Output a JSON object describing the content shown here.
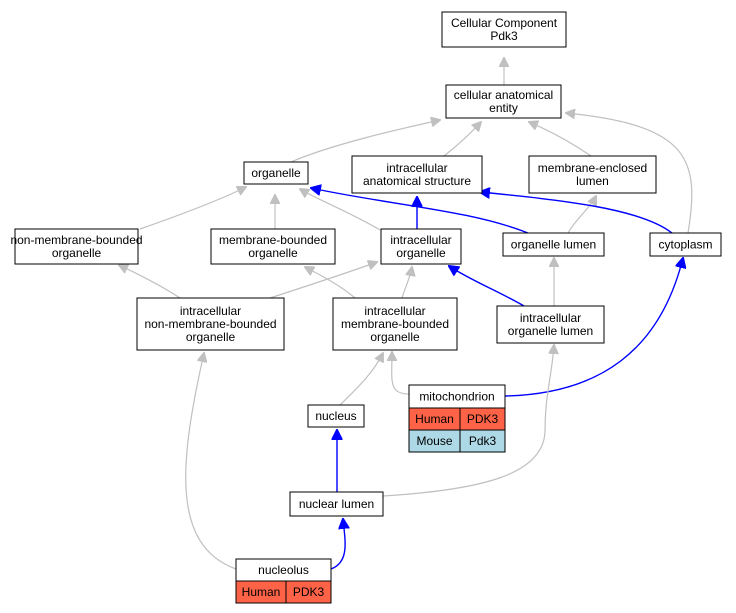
{
  "nodes": {
    "root": [
      "Cellular Component",
      "Pdk3"
    ],
    "cae": [
      "cellular anatomical",
      "entity"
    ],
    "organelle": [
      "organelle"
    ],
    "ias": [
      "intracellular",
      "anatomical structure"
    ],
    "mel": [
      "membrane-enclosed",
      "lumen"
    ],
    "nmbo": [
      "non-membrane-bounded",
      "organelle"
    ],
    "mbo": [
      "membrane-bounded",
      "organelle"
    ],
    "io": [
      "intracellular",
      "organelle"
    ],
    "ol": [
      "organelle lumen"
    ],
    "cyto": [
      "cytoplasm"
    ],
    "inmbo": [
      "intracellular",
      "non-membrane-bounded",
      "organelle"
    ],
    "imbo": [
      "intracellular",
      "membrane-bounded",
      "organelle"
    ],
    "iol": [
      "intracellular",
      "organelle lumen"
    ],
    "mito": [
      "mitochondrion"
    ],
    "nucleus": [
      "nucleus"
    ],
    "nlumen": [
      "nuclear lumen"
    ],
    "nucleolus": [
      "nucleolus"
    ]
  },
  "annotations": {
    "mito": [
      {
        "species": "Human",
        "gene": "PDK3",
        "color": "#ff6347"
      },
      {
        "species": "Mouse",
        "gene": "Pdk3",
        "color": "#add8e6"
      }
    ],
    "nucleolus": [
      {
        "species": "Human",
        "gene": "PDK3",
        "color": "#ff6347"
      }
    ]
  },
  "edges": [
    {
      "from": "cae",
      "to": "root",
      "type": "is_a"
    },
    {
      "from": "organelle",
      "to": "cae",
      "type": "is_a"
    },
    {
      "from": "ias",
      "to": "cae",
      "type": "is_a"
    },
    {
      "from": "mel",
      "to": "cae",
      "type": "is_a"
    },
    {
      "from": "cyto",
      "to": "cae",
      "type": "is_a"
    },
    {
      "from": "nmbo",
      "to": "organelle",
      "type": "is_a"
    },
    {
      "from": "mbo",
      "to": "organelle",
      "type": "is_a"
    },
    {
      "from": "io",
      "to": "organelle",
      "type": "is_a"
    },
    {
      "from": "io",
      "to": "ias",
      "type": "part_of"
    },
    {
      "from": "ol",
      "to": "organelle",
      "type": "part_of"
    },
    {
      "from": "ol",
      "to": "mel",
      "type": "is_a"
    },
    {
      "from": "cyto",
      "to": "ias",
      "type": "part_of"
    },
    {
      "from": "inmbo",
      "to": "nmbo",
      "type": "is_a"
    },
    {
      "from": "inmbo",
      "to": "io",
      "type": "is_a"
    },
    {
      "from": "imbo",
      "to": "mbo",
      "type": "is_a"
    },
    {
      "from": "imbo",
      "to": "io",
      "type": "is_a"
    },
    {
      "from": "iol",
      "to": "io",
      "type": "part_of"
    },
    {
      "from": "iol",
      "to": "ol",
      "type": "is_a"
    },
    {
      "from": "mito",
      "to": "imbo",
      "type": "is_a"
    },
    {
      "from": "mito",
      "to": "cyto",
      "type": "part_of"
    },
    {
      "from": "nucleus",
      "to": "imbo",
      "type": "is_a"
    },
    {
      "from": "nlumen",
      "to": "nucleus",
      "type": "part_of"
    },
    {
      "from": "nlumen",
      "to": "iol",
      "type": "is_a"
    },
    {
      "from": "nucleolus",
      "to": "nlumen",
      "type": "part_of"
    },
    {
      "from": "nucleolus",
      "to": "inmbo",
      "type": "is_a"
    }
  ],
  "edge_colors": {
    "is_a": "#c0c0c0",
    "part_of": "#0000ff"
  }
}
